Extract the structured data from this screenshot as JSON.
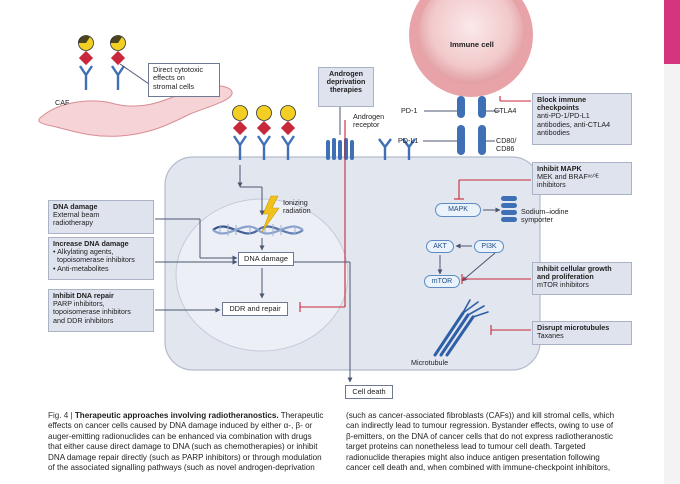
{
  "diagram": {
    "caf_label": "CAF",
    "cytotoxic_note": [
      "Direct cytotoxic",
      "effects on",
      "stromal cells"
    ],
    "adt_box": {
      "title_lines": [
        "Androgen",
        "deprivation",
        "therapies"
      ]
    },
    "androgen_receptor_label": [
      "Androgen",
      "receptor"
    ],
    "immune_cell_label": "Immune cell",
    "pd1_label": "PD-1",
    "ctla4_label": "CTLA4",
    "pdl1_label": "PD-L1",
    "cd80_label": [
      "CD80/",
      "CD86"
    ],
    "ionizing_label": [
      "Ionizing",
      "radiation"
    ],
    "dna_damage_node": "DNA damage",
    "ddr_node": "DDR and repair",
    "cell_death_node": "Cell death",
    "mapk_node": "MAPK",
    "akt_node": "AKT",
    "pi3k_node": "PI3K",
    "mtor_node": "mTOR",
    "sodium_iodine_label": [
      "Sodium–iodine",
      "symporter"
    ],
    "microtubule_label": "Microtubule",
    "left_boxes": [
      {
        "title": "DNA damage",
        "lines": [
          "External beam",
          "radiotherapy"
        ]
      },
      {
        "title": "Increase DNA damage",
        "lines": [
          "• Alkylating agents,",
          "  topoisomerase inhibitors",
          "• Anti-metabolites"
        ]
      },
      {
        "title": "Inhibit DNA repair",
        "lines": [
          "PARP inhibitors,",
          "topoisomerase inhibitors",
          "and DDR inhibitors"
        ]
      }
    ],
    "right_boxes": [
      {
        "title_lines": [
          "Block immune",
          "checkpoints"
        ],
        "lines": [
          "anti-PD-1/PD-L1",
          "antibodies, anti-CTLA4",
          "antibodies"
        ]
      },
      {
        "title_lines": [
          "Inhibit MAPK"
        ],
        "lines": [
          "MEK and BRAFᵛ⁶⁰ᴱ",
          "inhibitors"
        ]
      },
      {
        "title_lines": [
          "Inhibit cellular growth",
          "and proliferation"
        ],
        "lines": [
          "mTOR inhibitors"
        ]
      },
      {
        "title_lines": [
          "Disrupt microtubules"
        ],
        "lines": [
          "Taxanes"
        ]
      }
    ],
    "colors": {
      "cell_fill": "#e3e6ef",
      "cell_edge": "#b5bccb",
      "nucleus_fill": "#eceff5",
      "receptor_blue": "#3f6fb5",
      "immune_pink": "#e9a3a6",
      "inhibit_red": "#c8283a",
      "nuclide_yellow": "#f2cf22"
    }
  },
  "caption": {
    "fig_no": "Fig. 4 |",
    "fig_title": "Therapeutic approaches involving radiotheranostics.",
    "left_lines": [
      " Therapeutic",
      "effects on cancer cells caused by DNA damage induced by either α-, β- or",
      "auger-emitting radionuclides can be enhanced via combination with drugs",
      "that either cause direct damage to DNA (such as chemotherapies) or inhibit",
      "DNA damage repair directly (such as PARP inhibitors) or through modulation",
      "of the associated signalling pathways (such as novel androgen-deprivation"
    ],
    "right_lines": [
      "(such as cancer-associated fibroblasts (CAFs)) and kill stromal cells, which",
      "can indirectly lead to tumour regression. Bystander effects, owing to use of",
      "β-emitters, on the DNA of cancer cells that do not express radiotheranostic",
      "target proteins can nonetheless lead to tumour cell death. Targeted",
      "radionuclide therapies might also induce antigen presentation following",
      "cancer cell death and, when combined with immune-checkpoint inhibitors,"
    ]
  }
}
